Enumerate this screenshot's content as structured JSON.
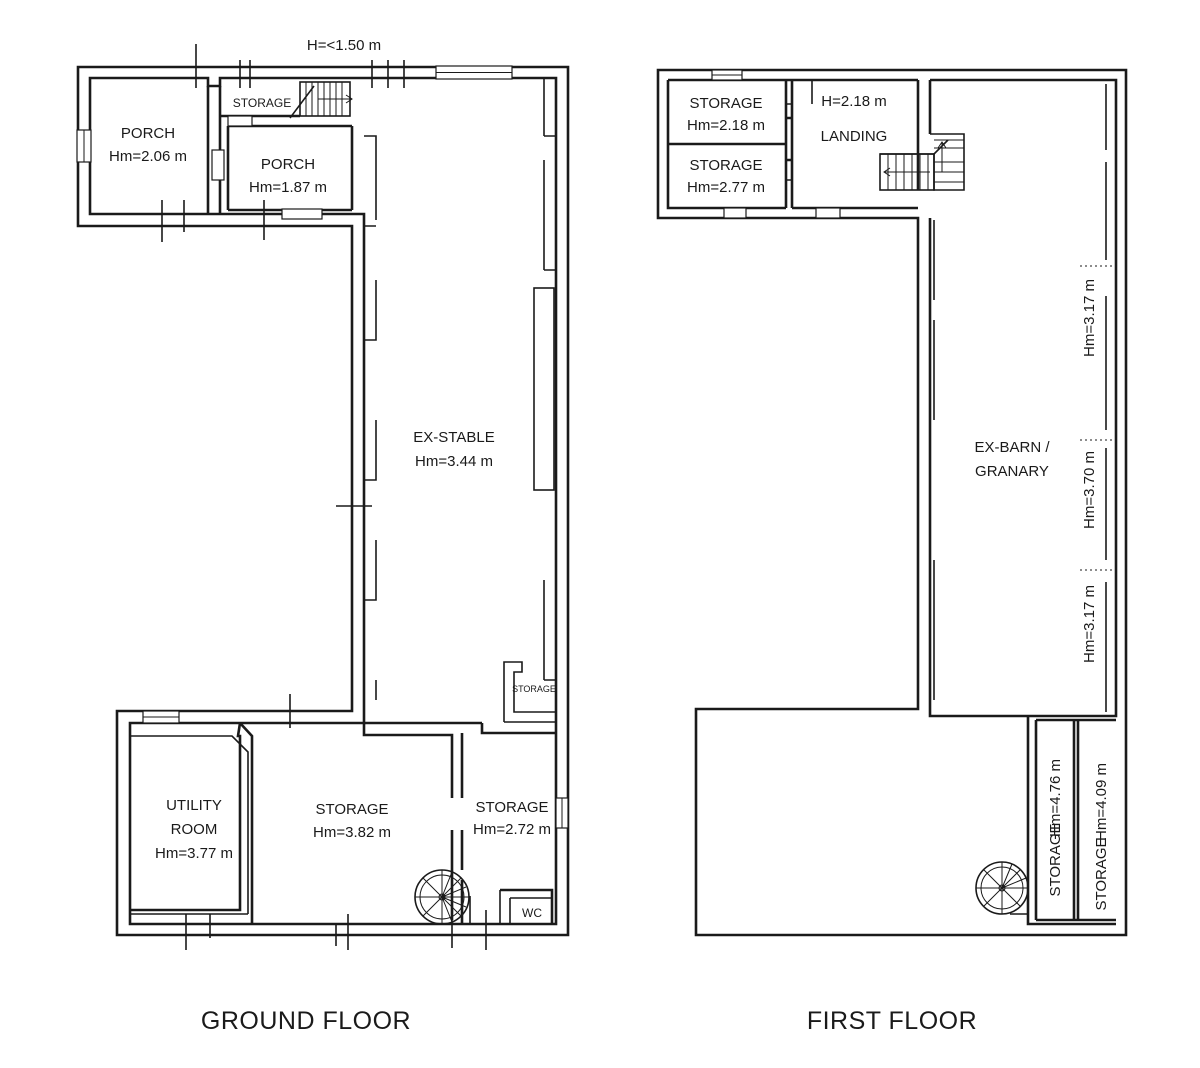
{
  "ground_floor": {
    "title": "GROUND FLOOR",
    "height_note": "H=<1.50 m",
    "rooms": [
      {
        "name": "PORCH",
        "height": "Hm=2.06 m"
      },
      {
        "name": "STORAGE"
      },
      {
        "name": "PORCH",
        "height": "Hm=1.87 m"
      },
      {
        "name": "EX-STABLE",
        "height": "Hm=3.44 m"
      },
      {
        "name": "STORAGE"
      },
      {
        "name": "UTILITY",
        "name2": "ROOM",
        "height": "Hm=3.77 m"
      },
      {
        "name": "STORAGE",
        "height": "Hm=3.82 m"
      },
      {
        "name": "STORAGE",
        "height": "Hm=2.72 m"
      },
      {
        "name": "WC"
      }
    ]
  },
  "first_floor": {
    "title": "FIRST FLOOR",
    "rooms": [
      {
        "name": "STORAGE",
        "height": "Hm=2.18 m"
      },
      {
        "name": "STORAGE",
        "height": "Hm=2.77 m"
      },
      {
        "name": "LANDING",
        "height": "H=2.18 m"
      },
      {
        "name": "EX-BARN /",
        "name2": "GRANARY"
      },
      {
        "height": "Hm=3.17 m"
      },
      {
        "height": "Hm=3.70 m"
      },
      {
        "height": "Hm=3.17 m"
      },
      {
        "name": "STORAGE",
        "height": "Hm=4.76 m"
      },
      {
        "name": "STORAGE",
        "height": "Hm=4.09 m"
      }
    ]
  }
}
